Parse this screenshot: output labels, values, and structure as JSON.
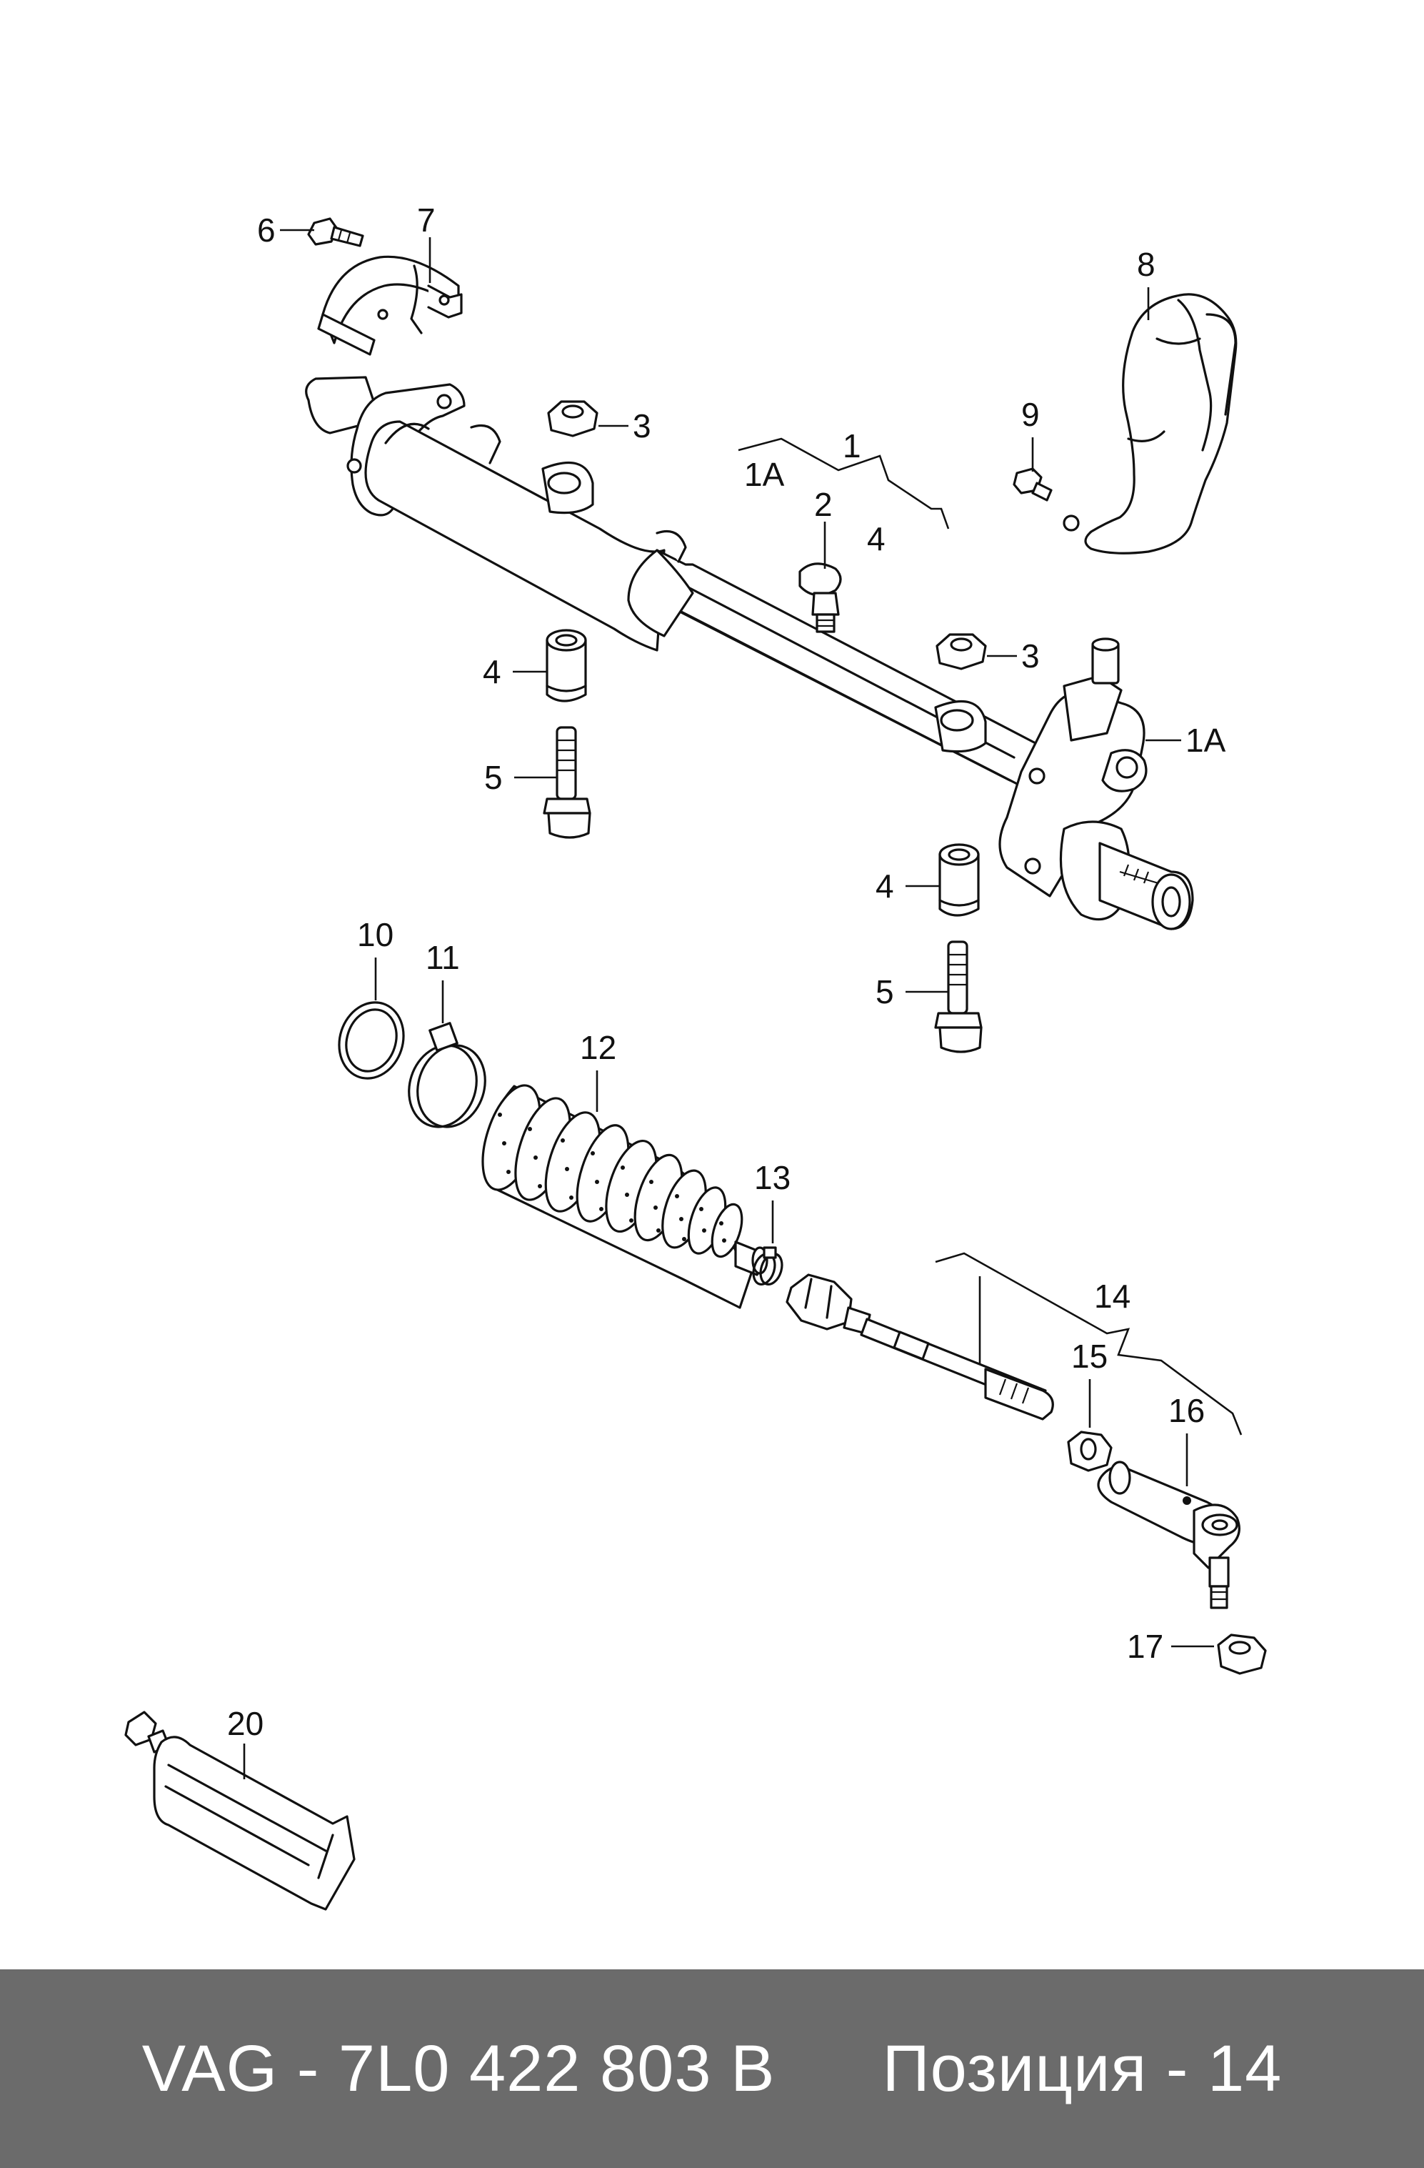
{
  "callouts": {
    "c1": "1",
    "c1A_top": "1A",
    "c1A_right": "1A",
    "c2": "2",
    "c3_top": "3",
    "c3_mid": "3",
    "c4_bracket": "4",
    "c4_left": "4",
    "c4_right": "4",
    "c5_left": "5",
    "c5_right": "5",
    "c6": "6",
    "c7": "7",
    "c8": "8",
    "c9": "9",
    "c10": "10",
    "c11": "11",
    "c12": "12",
    "c13": "13",
    "c14": "14",
    "c15": "15",
    "c16": "16",
    "c17": "17",
    "c20": "20"
  },
  "footer": {
    "part_number": "VAG - 7L0 422 803 B",
    "position": "Позиция - 14"
  }
}
